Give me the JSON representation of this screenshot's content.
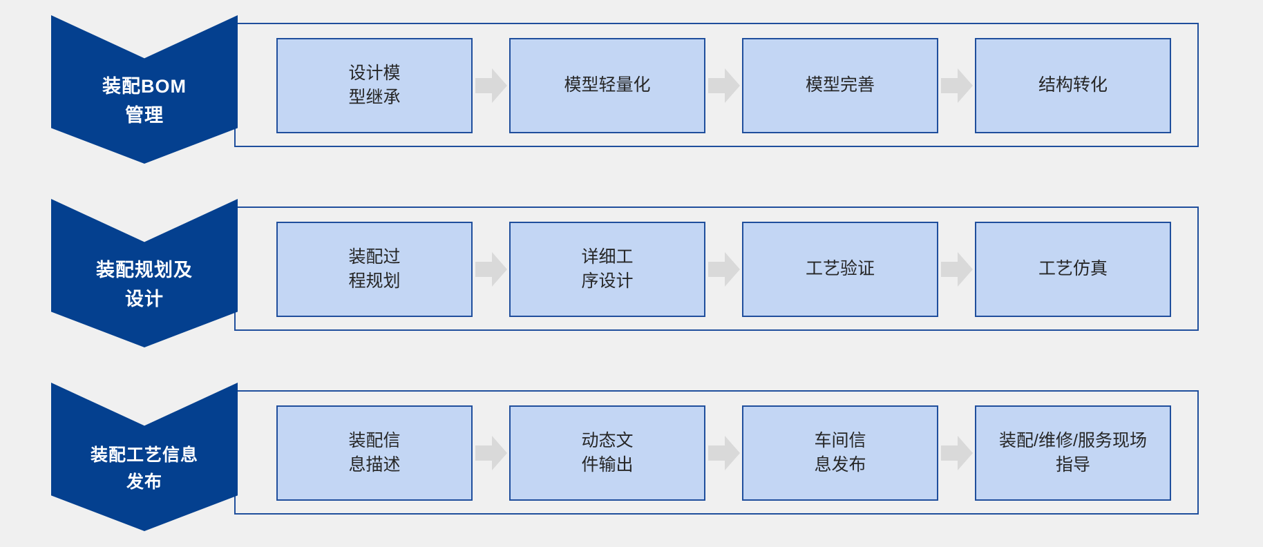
{
  "theme": {
    "background": "#f0f0f0",
    "chevron_fill": "#04408f",
    "chevron_text": "#ffffff",
    "box_fill": "#c3d6f4",
    "box_border": "#1f4e9c",
    "box_text": "#262626",
    "panel_border": "#1f4e9c",
    "arrow_fill": "#d9d9d9"
  },
  "rows": [
    {
      "label": "装配BOM\n管理",
      "stages": [
        {
          "text": "设计模\n型继承"
        },
        {
          "text": "模型轻量化"
        },
        {
          "text": "模型完善"
        },
        {
          "text": "结构转化"
        }
      ],
      "arrows": [
        "arrow-right-icon",
        "arrow-right-icon",
        "arrow-right-icon"
      ]
    },
    {
      "label": "装配规划及\n设计",
      "stages": [
        {
          "text": "装配过\n程规划"
        },
        {
          "text": "详细工\n序设计"
        },
        {
          "text": "工艺验证"
        },
        {
          "text": "工艺仿真"
        }
      ],
      "arrows": [
        "arrow-right-icon",
        "arrow-right-icon",
        "arrow-right-icon"
      ]
    },
    {
      "label": "装配工艺信息\n发布",
      "stages": [
        {
          "text": "装配信\n息描述"
        },
        {
          "text": "动态文\n件输出"
        },
        {
          "text": "车间信\n息发布"
        },
        {
          "text": "装配/维修/服务现场\n指导"
        }
      ],
      "arrows": [
        "arrow-right-icon",
        "arrow-right-icon",
        "arrow-right-icon"
      ]
    }
  ]
}
